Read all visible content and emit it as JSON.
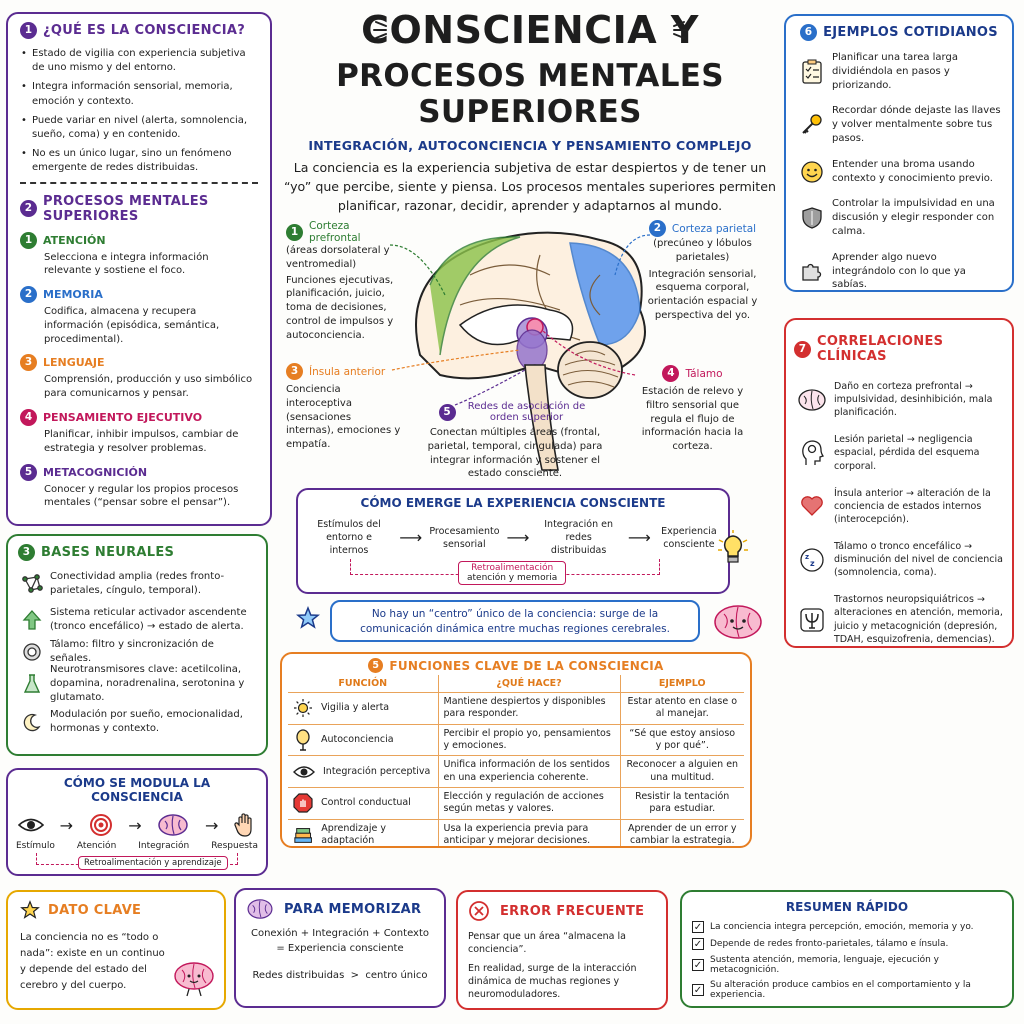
{
  "title": {
    "line1": "CONSCIENCIA Y",
    "line2": "PROCESOS MENTALES SUPERIORES",
    "subtitle": "INTEGRACIÓN, AUTOCONCIENCIA Y PENSAMIENTO COMPLEJO",
    "intro": "La conciencia es la experiencia subjetiva de estar despiertos y de tener un “yo” que percibe, siente y piensa. Los procesos mentales superiores permiten planificar, razonar, decidir, aprender y adaptarnos al mundo."
  },
  "colors": {
    "purple": "#5b2c91",
    "blue": "#2a6fc9",
    "green": "#2e7d32",
    "orange": "#e67e22",
    "red": "#d32f2f",
    "magenta": "#c2185b",
    "navy": "#1b3a8a"
  },
  "s1": {
    "num": "1",
    "title": "¿QUÉ ES LA CONSCIENCIA?",
    "items": [
      "Estado de vigilia con experiencia subjetiva de uno mismo y del entorno.",
      "Integra información sensorial, memoria, emoción y contexto.",
      "Puede variar en nivel (alerta, somnolencia, sueño, coma) y en contenido.",
      "No es un único lugar, sino un fenómeno emergente de redes distribuidas."
    ]
  },
  "s2": {
    "num": "2",
    "title": "PROCESOS MENTALES SUPERIORES",
    "items": [
      {
        "num": "1",
        "title": "ATENCIÓN",
        "desc": "Selecciona e integra información relevante y sostiene el foco."
      },
      {
        "num": "2",
        "title": "MEMORIA",
        "desc": "Codifica, almacena y recupera información (episódica, semántica, procedimental)."
      },
      {
        "num": "3",
        "title": "LENGUAJE",
        "desc": "Comprensión, producción y uso simbólico para comunicarnos y pensar."
      },
      {
        "num": "4",
        "title": "PENSAMIENTO EJECUTIVO",
        "desc": "Planificar, inhibir impulsos, cambiar de estrategia y resolver problemas."
      },
      {
        "num": "5",
        "title": "METACOGNICIÓN",
        "desc": "Conocer y regular los propios procesos mentales (“pensar sobre el pensar”)."
      }
    ]
  },
  "s3": {
    "num": "3",
    "title": "BASES NEURALES",
    "items": [
      {
        "icon": "network-icon",
        "text": "Conectividad amplia (redes fronto-parietales, cíngulo, temporal)."
      },
      {
        "icon": "arrow-up-icon",
        "text": "Sistema reticular activador ascendente (tronco encefálico) → estado de alerta."
      },
      {
        "icon": "target-circle-icon",
        "text": "Tálamo: filtro y sincronización de señales."
      },
      {
        "icon": "flask-icon",
        "text": "Neurotransmisores clave: acetilcolina, dopamina, noradrenalina, serotonina y glutamato."
      },
      {
        "icon": "moon-icon",
        "text": "Modulación por sueño, emocionalidad, hormonas y contexto."
      }
    ]
  },
  "modula": {
    "title": "CÓMO SE MODULA LA CONSCIENCIA",
    "steps": [
      "Estímulo",
      "Atención",
      "Integración",
      "Respuesta"
    ],
    "feedback": "Retroalimentación y aprendizaje"
  },
  "brain": {
    "l1": {
      "num": "1",
      "title": "Corteza prefrontal",
      "sub": "(áreas dorsolateral y ventromedial)",
      "desc": "Funciones ejecutivas, planificación, juicio, toma de decisiones, control de impulsos y autoconciencia."
    },
    "l2": {
      "num": "2",
      "title": "Corteza parietal",
      "sub": "(precúneo y lóbulos parietales)",
      "desc": "Integración sensorial, esquema corporal, orientación espacial y perspectiva del yo."
    },
    "l3": {
      "num": "3",
      "title": "Ínsula anterior",
      "desc": "Conciencia interoceptiva (sensaciones internas), emociones y empatía."
    },
    "l4": {
      "num": "4",
      "title": "Tálamo",
      "desc": "Estación de relevo y filtro sensorial que regula el flujo de información hacia la corteza."
    },
    "l5": {
      "num": "5",
      "title": "Redes de asociación de orden superior",
      "desc": "Conectan múltiples áreas (frontal, parietal, temporal, cingulada) para integrar información y sostener el estado consciente."
    }
  },
  "emerge": {
    "title": "CÓMO EMERGE LA EXPERIENCIA CONSCIENTE",
    "steps": [
      "Estímulos del entorno e internos",
      "Procesamiento sensorial",
      "Integración en redes distribuidas",
      "Experiencia consciente"
    ],
    "feedback_l1": "Retroalimentación",
    "feedback_l2": "atención y memoria"
  },
  "nocentro": "No hay un “centro” único de la conciencia: surge de la comunicación dinámica entre muchas regiones cerebrales.",
  "funciones": {
    "num": "5",
    "title": "FUNCIONES CLAVE DE LA CONSCIENCIA",
    "headers": [
      "FUNCIÓN",
      "¿QUÉ HACE?",
      "EJEMPLO"
    ],
    "rows": [
      {
        "icon": "sun-icon",
        "fn": "Vigilia y alerta",
        "what": "Mantiene despiertos y disponibles para responder.",
        "ex": "Estar atento en clase o al manejar."
      },
      {
        "icon": "mirror-icon",
        "fn": "Autoconciencia",
        "what": "Percibir el propio yo, pensamientos y emociones.",
        "ex": "“Sé que estoy ansioso y por qué”."
      },
      {
        "icon": "eye-icon",
        "fn": "Integración perceptiva",
        "what": "Unifica información de los sentidos en una experiencia coherente.",
        "ex": "Reconocer a alguien en una multitud."
      },
      {
        "icon": "stop-hand-icon",
        "fn": "Control conductual",
        "what": "Elección y regulación de acciones según metas y valores.",
        "ex": "Resistir la tentación para estudiar."
      },
      {
        "icon": "books-icon",
        "fn": "Aprendizaje y adaptación",
        "what": "Usa la experiencia previa para anticipar y mejorar decisiones.",
        "ex": "Aprender de un error y cambiar la estrategia."
      }
    ]
  },
  "s6": {
    "num": "6",
    "title": "EJEMPLOS COTIDIANOS",
    "items": [
      {
        "icon": "checklist-icon",
        "text": "Planificar una tarea larga dividiéndola en pasos y priorizando."
      },
      {
        "icon": "key-icon",
        "text": "Recordar dónde dejaste las llaves y volver mentalmente sobre tus pasos."
      },
      {
        "icon": "smiley-icon",
        "text": "Entender una broma usando contexto y conocimiento previo."
      },
      {
        "icon": "shield-icon",
        "text": "Controlar la impulsividad en una discusión y elegir responder con calma."
      },
      {
        "icon": "puzzle-icon",
        "text": "Aprender algo nuevo integrándolo con lo que ya sabías."
      }
    ]
  },
  "s7": {
    "num": "7",
    "title": "CORRELACIONES CLÍNICAS",
    "items": [
      {
        "icon": "brain-icon",
        "text": "Daño en corteza prefrontal → impulsividad, desinhibición, mala planificación."
      },
      {
        "icon": "head-lesion-icon",
        "text": "Lesión parietal → negligencia espacial, pérdida del esquema corporal."
      },
      {
        "icon": "heart-icon",
        "text": "Ínsula anterior → alteración de la conciencia de estados internos (interocepción)."
      },
      {
        "icon": "sleep-zzz-icon",
        "text": "Tálamo o tronco encefálico → disminución del nivel de conciencia (somnolencia, coma)."
      },
      {
        "icon": "psi-icon",
        "text": "Trastornos neuropsiquiátricos → alteraciones en atención, memoria, juicio y metacognición (depresión, TDAH, esquizofrenia, demencias)."
      }
    ]
  },
  "dato": {
    "title": "DATO CLAVE",
    "text": "La conciencia no es “todo o nada”: existe en un continuo y depende del estado del cerebro y del cuerpo."
  },
  "memorizar": {
    "title": "PARA MEMORIZAR",
    "l1": "Conexión + Integración + Contexto",
    "l2": "= Experiencia consciente",
    "l3": "Redes distribuidas  >  centro único"
  },
  "error": {
    "title": "ERROR FRECUENTE",
    "p1": "Pensar que un área “almacena la conciencia”.",
    "p2": "En realidad, surge de la interacción dinámica de muchas regiones y neuromoduladores."
  },
  "resumen": {
    "title": "RESUMEN RÁPIDO",
    "items": [
      "La conciencia integra percepción, emoción, memoria y yo.",
      "Depende de redes fronto-parietales, tálamo e ínsula.",
      "Sustenta atención, memoria, lenguaje, ejecución y metacognición.",
      "Su alteración produce cambios en el comportamiento y la experiencia."
    ]
  }
}
